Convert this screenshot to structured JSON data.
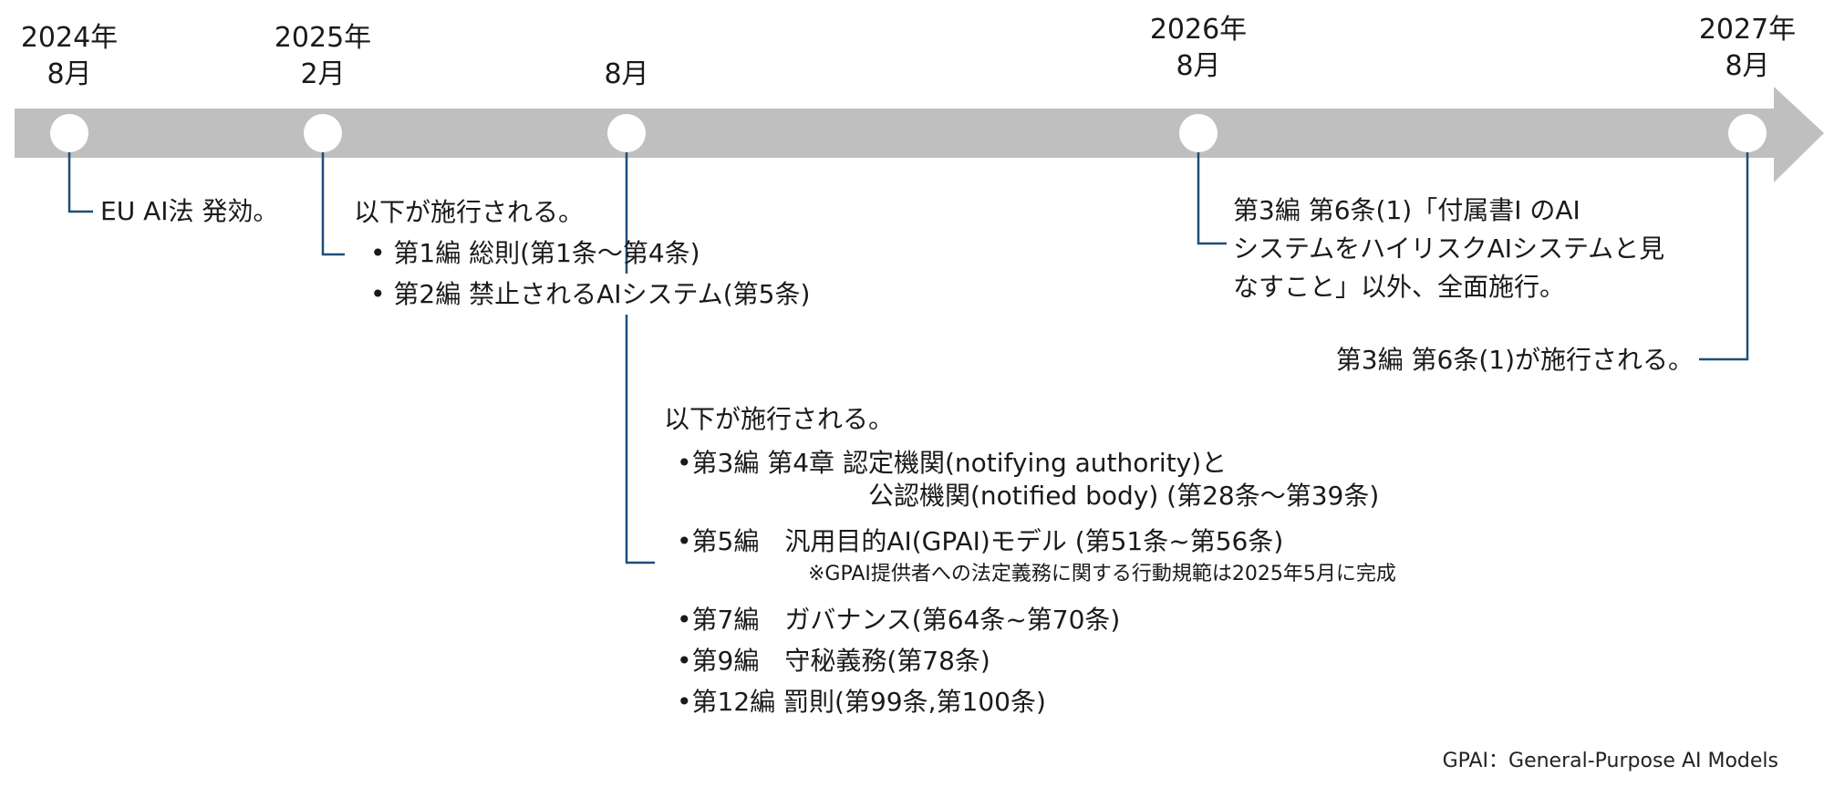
{
  "milestones": [
    {
      "year": "2024年",
      "month": "8月"
    },
    {
      "year": "2025年",
      "month": "2月"
    },
    {
      "year": "",
      "month": "8月"
    },
    {
      "year": "2026年",
      "month": "8月"
    },
    {
      "year": "2027年",
      "month": "8月"
    }
  ],
  "events": {
    "e2024": "EU AI法 発効。",
    "e2025_02": {
      "intro": "以下が施行される。",
      "items": [
        "• 第1編 総則(第1条～第4条)",
        "• 第2編 禁止されるAIシステム(第5条)"
      ]
    },
    "e2025_08": {
      "intro": "以下が施行される。",
      "item1a": "•第3編 第4章 認定機関(notifying authority)と",
      "item1b": "公認機関(notified body) (第28条～第39条)",
      "item2": "•第5編　汎用目的AI(GPAI)モデル (第51条~第56条)",
      "note": "※GPAI提供者への法定義務に関する行動規範は2025年5月に完成",
      "item3": "•第7編　ガバナンス(第64条~第70条)",
      "item4": "•第9編　守秘義務(第78条)",
      "item5": "•第12編 罰則(第99条,第100条)"
    },
    "e2026": [
      "第3編 第6条(1)「付属書Ⅰ のAI",
      "システムをハイリスクAIシステムと見",
      "なすこと」以外、全面施行。"
    ],
    "e2027": "第3編 第6条(1)が施行される。"
  },
  "footnote": "GPAI：General-Purpose AI Models",
  "colors": {
    "arrow": "#bfbfbf",
    "connector": "#1f4e79",
    "marker": "#ffffff"
  }
}
